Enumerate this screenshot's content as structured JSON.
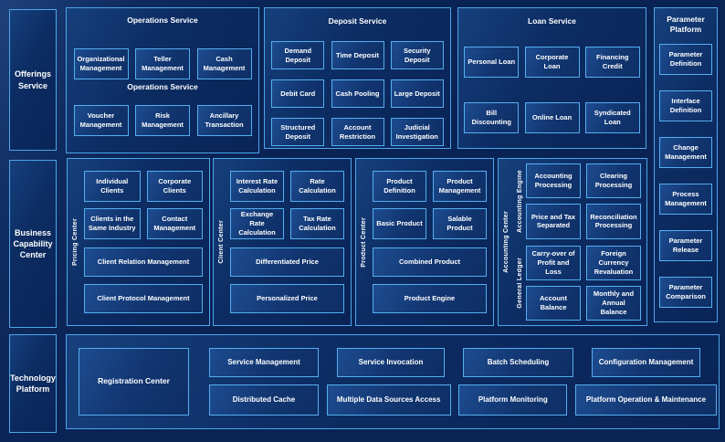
{
  "colors": {
    "background": "#0a2355",
    "panel_border": "#4da6e8",
    "box_border": "#55aef0",
    "box_fill": "#123671",
    "text": "#ffffff"
  },
  "rail": {
    "offerings": "Offerings Service",
    "business": "Business Capability Center",
    "technology": "Technology Platform"
  },
  "operations": {
    "title": "Operations Service",
    "mid_label": "Operations Service",
    "row1": [
      "Organizational Management",
      "Teller Management",
      "Cash Management"
    ],
    "row2": [
      "Voucher Management",
      "Risk Management",
      "Ancillary Transaction"
    ]
  },
  "deposit": {
    "title": "Deposit Service",
    "row1": [
      "Demand Deposit",
      "Time Deposit",
      "Security Deposit"
    ],
    "row2": [
      "Debit Card",
      "Cash Pooling",
      "Large Deposit"
    ],
    "row3": [
      "Structured Deposit",
      "Account Restriction",
      "Judicial Investigation"
    ]
  },
  "loan": {
    "title": "Loan Service",
    "row1": [
      "Personal Loan",
      "Corporate Loan",
      "Financing Credit"
    ],
    "row2": [
      "Bill Discounting",
      "Online Loan",
      "Syndicated Loan"
    ]
  },
  "parameter": {
    "title_line1": "Parameter",
    "title_line2": "Platform",
    "items": [
      "Parameter Definition",
      "Interface Definition",
      "Change Management",
      "Process Management",
      "Parameter Release",
      "Parameter Comparison"
    ]
  },
  "clients_group": {
    "vlabel": "Pricing Center",
    "cells": [
      "Individual Clients",
      "Corporate Clients",
      "Clients in the Same Industry",
      "Contact Management"
    ],
    "wide1": "Client Relation Management",
    "wide2": "Client Protocol Management"
  },
  "pricing_group": {
    "vlabel": "Client Center",
    "cells": [
      "Interest Rate Calculation",
      "Rate Calculation",
      "Exchange Rate Calculation",
      "Tax Rate Calculation"
    ],
    "wide1": "Differentiated Price",
    "wide2": "Personalized Price"
  },
  "product_group": {
    "vlabel": "Product Center",
    "cells": [
      "Product Definition",
      "Product Management",
      "Basic Product",
      "Salable Product"
    ],
    "wide1": "Combined Product",
    "wide2": "Product Engine"
  },
  "accounting_group": {
    "vlabel": "Accounting Center",
    "engine": {
      "vlabel": "Accounting Engine",
      "cells": [
        "Accounting Processing",
        "Clearing Processing",
        "Price and Tax Separated",
        "Reconciliation Processing"
      ]
    },
    "ledger": {
      "vlabel": "General Ledger",
      "cells": [
        "Carry-over of Profit and Loss",
        "Foreign Currency Revaluation",
        "Account Balance",
        "Monthly and Annual Balance"
      ]
    }
  },
  "technology": {
    "registration": "Registration Center",
    "row1": [
      "Service Management",
      "Service Invocation",
      "Batch Scheduling",
      "Configuration Management"
    ],
    "row2": [
      "Distributed Cache",
      "Multiple Data Sources Access",
      "Platform Monitoring",
      "Platform Operation & Maintenance"
    ]
  }
}
